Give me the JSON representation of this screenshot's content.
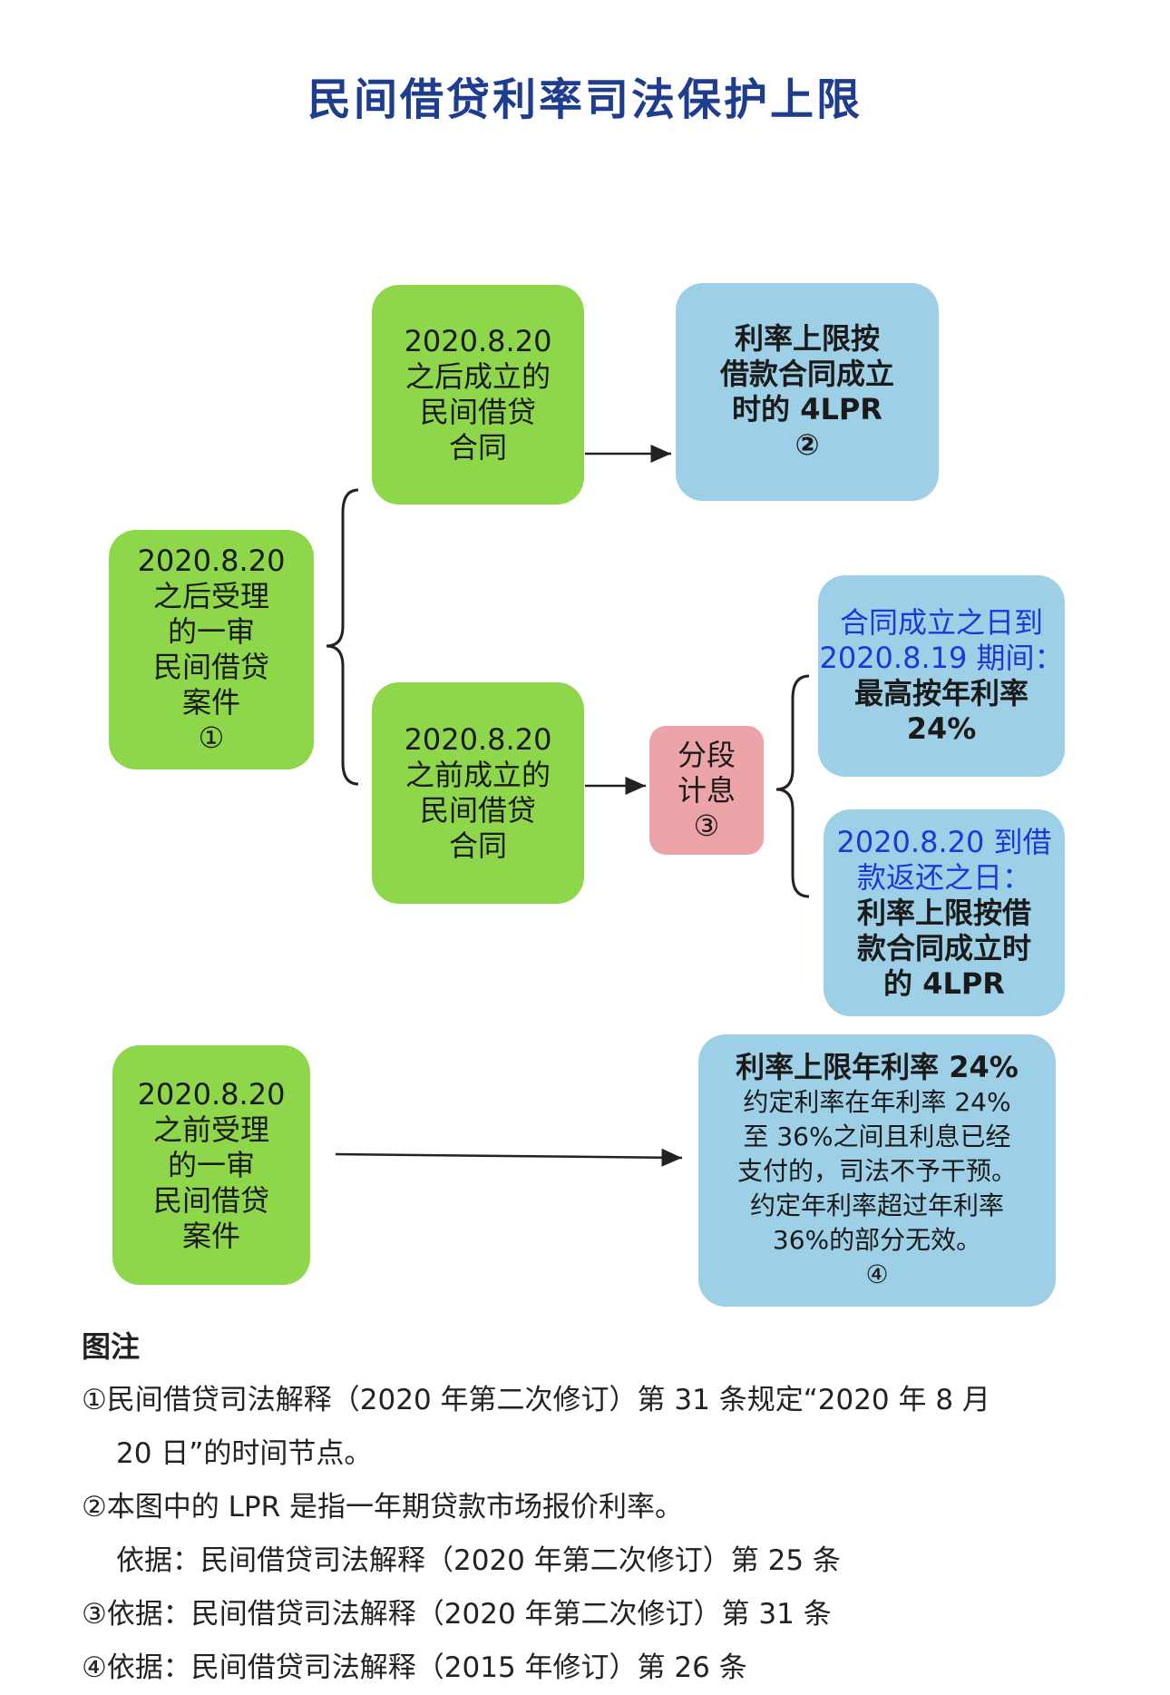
{
  "title": "民间借贷利率司法保护上限",
  "boxes": {
    "after_accept": {
      "lines": [
        "2020.8.20",
        "之后受理",
        "的一审",
        "民间借贷",
        "案件",
        "①"
      ]
    },
    "after_contract": {
      "lines": [
        "2020.8.20",
        "之后成立的",
        "民间借贷",
        "合同"
      ]
    },
    "rate_cap_4lpr": {
      "lines": [
        "利率上限按",
        "借款合同成立",
        "时的 4LPR",
        "②"
      ]
    },
    "before_contract": {
      "lines": [
        "2020.8.20",
        "之前成立的",
        "民间借贷",
        "合同"
      ]
    },
    "segment_interest": {
      "lines": [
        "分段",
        "计息",
        "③"
      ]
    },
    "period1": {
      "blue_lines": [
        "合同成立之日到",
        "2020.8.19 期间："
      ],
      "lines": [
        "最高按年利率",
        "24%"
      ]
    },
    "period2": {
      "blue_lines": [
        "2020.8.20 到借",
        "款返还之日："
      ],
      "lines": [
        "利率上限按借",
        "款合同成立时",
        "的 4LPR"
      ]
    },
    "before_accept": {
      "lines": [
        "2020.8.20",
        "之前受理",
        "的一审",
        "民间借贷",
        "案件"
      ]
    },
    "rate_cap_24": {
      "heading": "利率上限年利率 24%",
      "lines": [
        "约定利率在年利率 24%",
        "至 36%之间且利息已经",
        "支付的，司法不予干预。",
        "约定年利率超过年利率",
        "36%的部分无效。",
        "④"
      ]
    }
  },
  "notes": {
    "heading": "图注",
    "items": [
      "①民间借贷司法解释（2020 年第二次修订）第 31 条规定“2020 年 8 月",
      "20 日”的时间节点。",
      "②本图中的 LPR 是指一年期贷款市场报价利率。",
      "依据：民间借贷司法解释（2020 年第二次修订）第 25 条",
      "③依据：民间借贷司法解释（2020 年第二次修订）第 31 条",
      "④依据：民间借贷司法解释（2015 年修订）第 26 条"
    ]
  },
  "colors": {
    "title": "#1e3d8f",
    "green_box": "#8ed64a",
    "blue_box": "#9dd0e6",
    "pink_box": "#eca4a8",
    "blue_text": "#1f37d8"
  }
}
